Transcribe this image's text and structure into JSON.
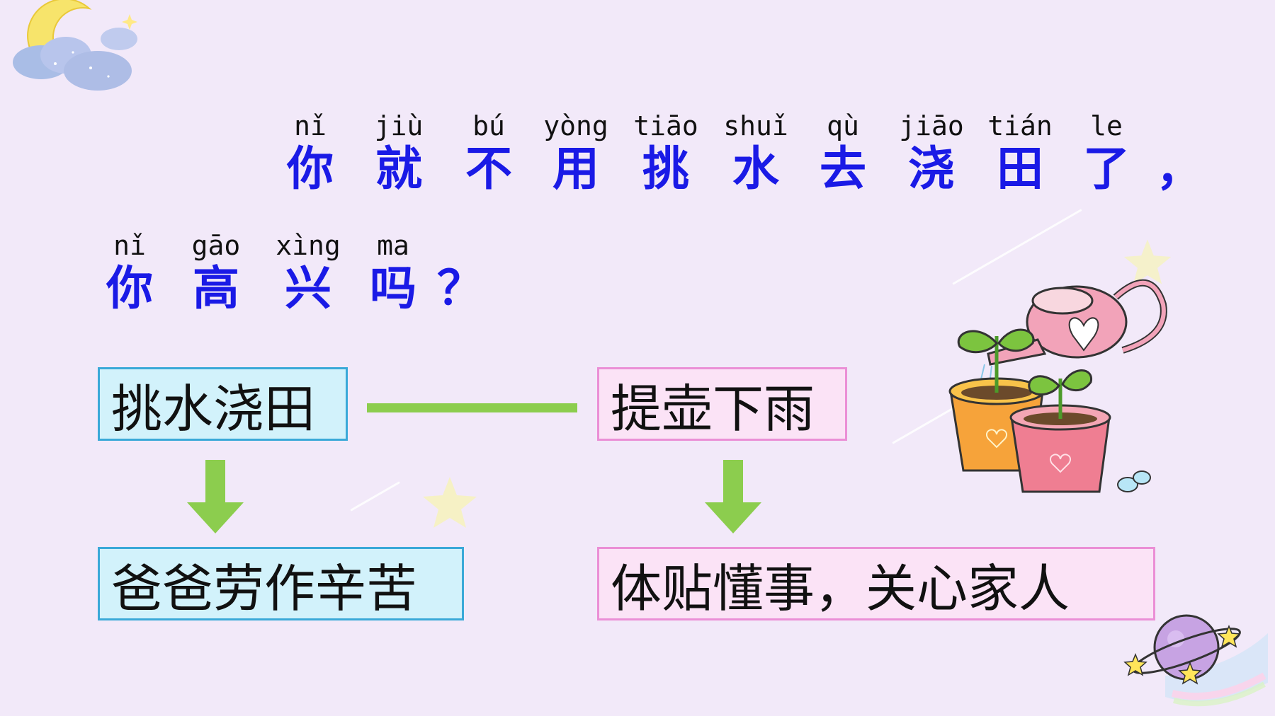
{
  "line1": [
    {
      "py": "nǐ",
      "hz": "你"
    },
    {
      "py": "jiù",
      "hz": "就"
    },
    {
      "py": "bú",
      "hz": "不"
    },
    {
      "py": "yòng",
      "hz": "用"
    },
    {
      "py": "tiāo",
      "hz": "挑"
    },
    {
      "py": "shuǐ",
      "hz": "水"
    },
    {
      "py": "qù",
      "hz": "去"
    },
    {
      "py": "jiāo",
      "hz": "浇"
    },
    {
      "py": "tián",
      "hz": "田"
    },
    {
      "py": "le",
      "hz": "了"
    },
    {
      "py": "",
      "hz": "，"
    }
  ],
  "line2": [
    {
      "py": "nǐ",
      "hz": "你"
    },
    {
      "py": "gāo",
      "hz": "高"
    },
    {
      "py": "xìng",
      "hz": "兴"
    },
    {
      "py": "ma",
      "hz": "吗"
    },
    {
      "py": "",
      "hz": "？"
    }
  ],
  "boxes": {
    "top_left": "挑水浇田",
    "top_right": "提壶下雨",
    "bottom_left": "爸爸劳作辛苦",
    "bottom_right": "体贴懂事，关心家人"
  },
  "colors": {
    "hanzi": "#1a1ae6",
    "connector": "#8ccd4e",
    "box_blue_fill": "#d2f2fb",
    "box_pink_fill": "#fbe3f6"
  },
  "icons": [
    "moon-cloud-icon",
    "watering-can-plants-icon",
    "planet-icon"
  ]
}
